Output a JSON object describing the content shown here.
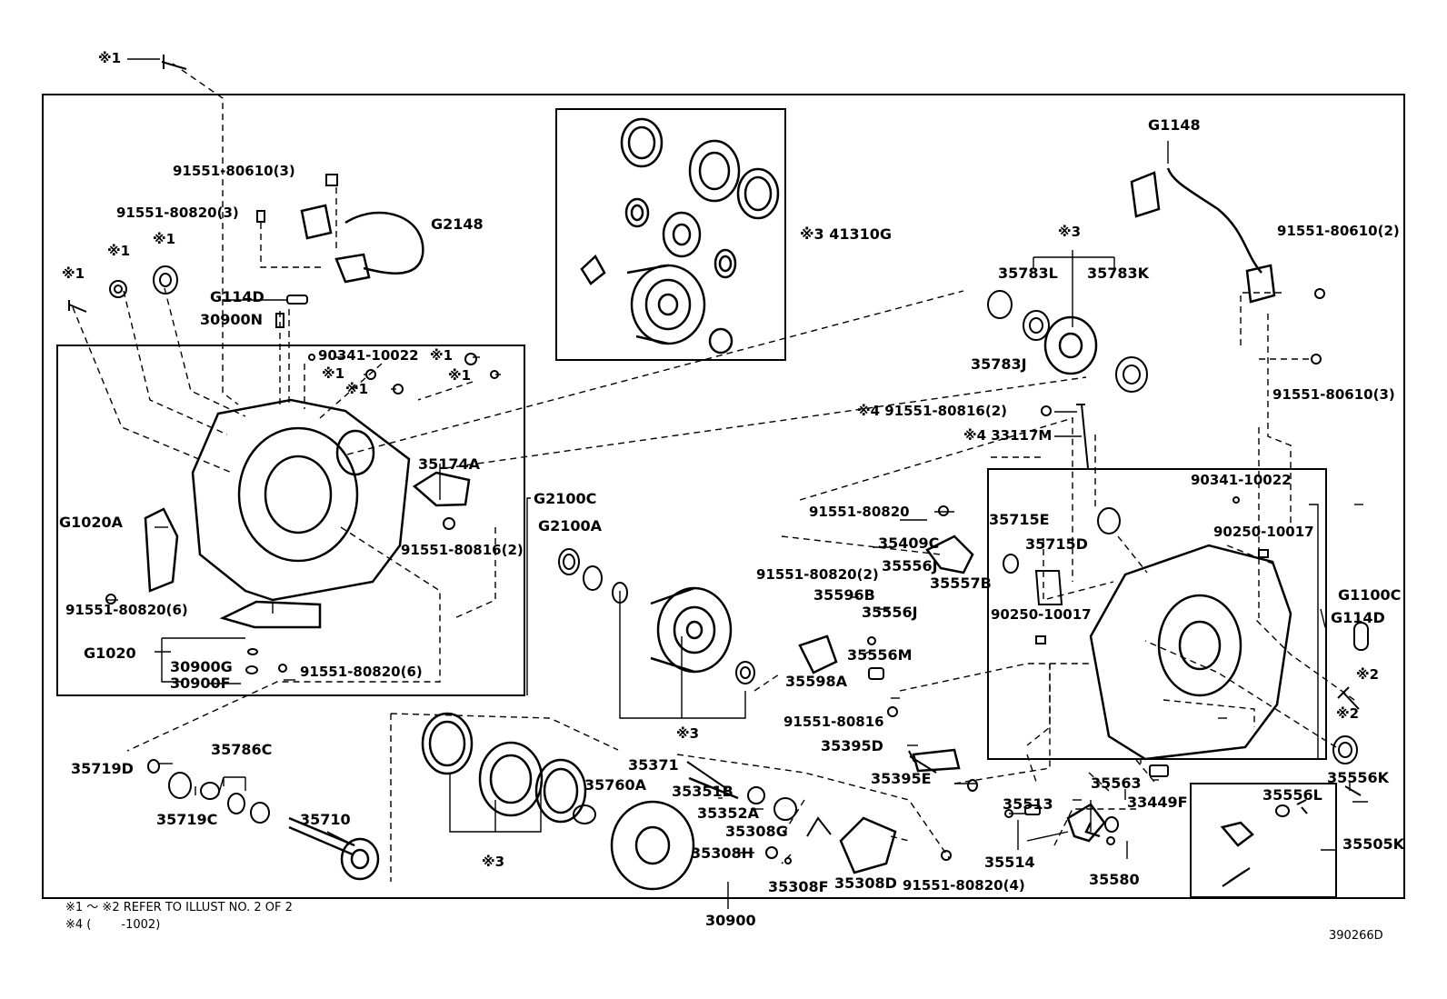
{
  "diagram": {
    "illustration_code": "390266D",
    "assembly_number": "30900",
    "notes": [
      "※1 ～ ※2 REFER TO ILLUST NO. 2 OF 2",
      "※4 (        -1002)"
    ],
    "labels": {
      "l_1_top": "※1",
      "l_91551_80610_3a": "91551-80610(3)",
      "l_91551_80820_3": "91551-80820(3)",
      "l_G2148": "G2148",
      "l_1_a": "※1",
      "l_1_b": "※1",
      "l_1_c": "※1",
      "l_G114D_a": "G114D",
      "l_30900N": "30900N",
      "l_90341_10022_a": "90341-10022",
      "l_1_d": "※1",
      "l_1_e": "※1",
      "l_1_f": "※1",
      "l_1_g": "※1",
      "l_35174A": "35174A",
      "l_G2100C": "G2100C",
      "l_G1020A": "G1020A",
      "l_91551_80816_2a": "91551-80816(2)",
      "l_91551_80820_6a": "91551-80820(6)",
      "l_G1020": "G1020",
      "l_30900G": "30900G",
      "l_30900F": "30900F",
      "l_91551_80820_6b": "91551-80820(6)",
      "l_3_41310G": "※3 41310G",
      "l_G2100A": "G2100A",
      "l_3_a": "※3",
      "l_35783L": "35783L",
      "l_35783K": "35783K",
      "l_35783J": "35783J",
      "l_4_91551_80816_2": "※4 91551-80816(2)",
      "l_4_33117M": "※4 33117M",
      "l_G1148": "G1148",
      "l_91551_80610_2": "91551-80610(2)",
      "l_91551_80610_3b": "91551-80610(3)",
      "l_91551_80820_a": "91551-80820",
      "l_35409C": "35409C",
      "l_91551_80820_2": "91551-80820(2)",
      "l_35556J_a": "35556J",
      "l_35557B": "35557B",
      "l_35596B": "35596B",
      "l_35556J_b": "35556J",
      "l_35556M": "35556M",
      "l_35598A": "35598A",
      "l_35715E": "35715E",
      "l_35715D": "35715D",
      "l_90341_10022_b": "90341-10022",
      "l_90250_10017_a": "90250-10017",
      "l_90250_10017_b": "90250-10017",
      "l_G1100C": "G1100C",
      "l_G114D_b": "G114D",
      "l_2_a": "※2",
      "l_2_b": "※2",
      "l_35556K": "35556K",
      "l_3_b": "※3",
      "l_91551_80816_b": "91551-80816",
      "l_35395D": "35395D",
      "l_35395E": "35395E",
      "l_35371": "35371",
      "l_35351B": "35351B",
      "l_35352A": "35352A",
      "l_35308G": "35308G",
      "l_35308H": "35308H",
      "l_35308F": "35308F",
      "l_35308D": "35308D",
      "l_91551_80820_4": "91551-80820(4)",
      "l_35760A": "35760A",
      "l_3_c": "※3",
      "l_35719D": "35719D",
      "l_35786C": "35786C",
      "l_35719C": "35719C",
      "l_35710": "35710",
      "l_35513": "35513",
      "l_35514": "35514",
      "l_35563": "35563",
      "l_35580": "35580",
      "l_33449F": "33449F",
      "l_35556L": "35556L",
      "l_35505K": "35505K"
    }
  }
}
